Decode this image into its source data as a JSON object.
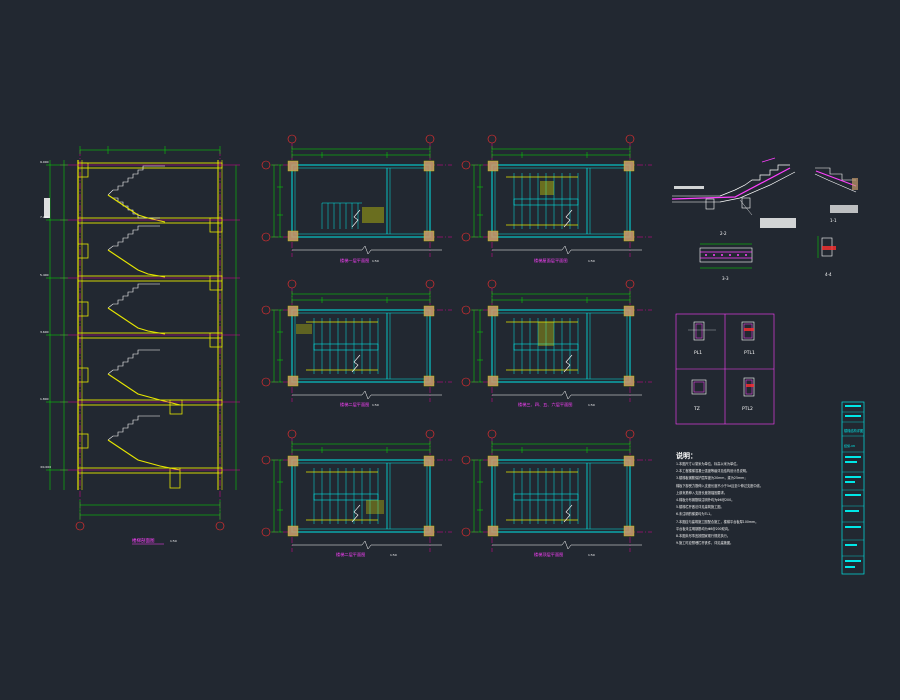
{
  "colors": {
    "background": "#222831",
    "outline": "#00e6e6",
    "dimension": "#00e600",
    "axis": "#e6009a",
    "stair": "#e6e600",
    "text": "#ffffff",
    "column": "#c49a6c",
    "label": "#ff40ff"
  },
  "section": {
    "caption": "楼梯剖面图",
    "scale": "1:50"
  },
  "plans": [
    {
      "caption": "楼梯一层平面图",
      "scale": "1:50"
    },
    {
      "caption": "楼梯屋面层平面图",
      "scale": "1:50"
    },
    {
      "caption": "楼梯二层平面图",
      "scale": "1:50"
    },
    {
      "caption": "楼梯三、四、五、六层平面图",
      "scale": "1:50"
    },
    {
      "caption": "楼梯二层平面图",
      "scale": "1:50"
    },
    {
      "caption": "楼梯顶层平面图",
      "scale": "1:50"
    }
  ],
  "details": {
    "section_labels": [
      "2-2",
      "1-1",
      "3-3",
      "4-4"
    ],
    "columns": [
      "PL1",
      "PTL1",
      "TZ",
      "PTL2"
    ]
  },
  "notes": {
    "heading": "说明：",
    "lines": [
      "1.本图尺寸以毫米为单位，标高以米为单位。",
      "2.本工程楼梯混凝土强度等级详见结构设计总说明。",
      "3.楼梯板钢筋保护层厚度为20mm，梁为25mm；",
      "  梯板下部受力筋伸入支座长度不小于5d且至少伸过支座中线。",
      "  上部负筋伸入支座长度按锚固要求。",
      "4.梯板分布钢筋除注明外均为Φ6@200。",
      "5.楼梯栏杆做法详见建筑施工图。",
      "6.未注明的梯梁均为TL1。",
      "7.本图应与建筑施工图配合施工，楼梯平台板厚100mm。",
      "  平台板未注明钢筋均为Φ8@200双向。",
      "8.本图未尽事宜按国家现行规范执行。",
      "9.施工时应预埋栏杆铁件，详见建施图。"
    ]
  },
  "title_block": {
    "drawing_title": "楼梯结构详图",
    "drawing_number": "结施-08"
  }
}
